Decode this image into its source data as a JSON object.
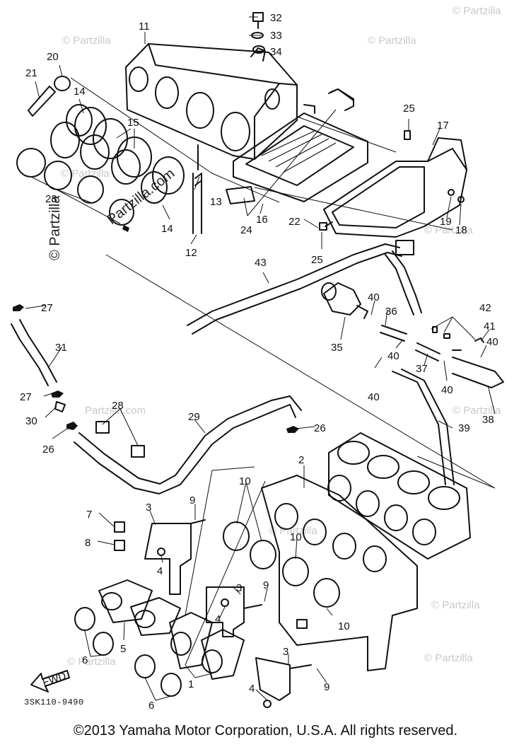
{
  "diagram": {
    "callouts": [
      "1",
      "2",
      "3",
      "4",
      "5",
      "6",
      "7",
      "8",
      "9",
      "10",
      "11",
      "12",
      "13",
      "14",
      "15",
      "16",
      "17",
      "18",
      "19",
      "20",
      "21",
      "22",
      "23",
      "24",
      "25",
      "26",
      "27",
      "28",
      "29",
      "30",
      "31",
      "32",
      "33",
      "34",
      "35",
      "36",
      "37",
      "38",
      "39",
      "40",
      "41",
      "42",
      "43"
    ],
    "ref_code": "3SK110-9490",
    "fwd_label": "FWD",
    "watermark": "© Partzilla",
    "watermark_com": "Partzilla.com",
    "copyright": "©2013 Yamaha Motor Corporation, U.S.A. All rights reserved."
  }
}
